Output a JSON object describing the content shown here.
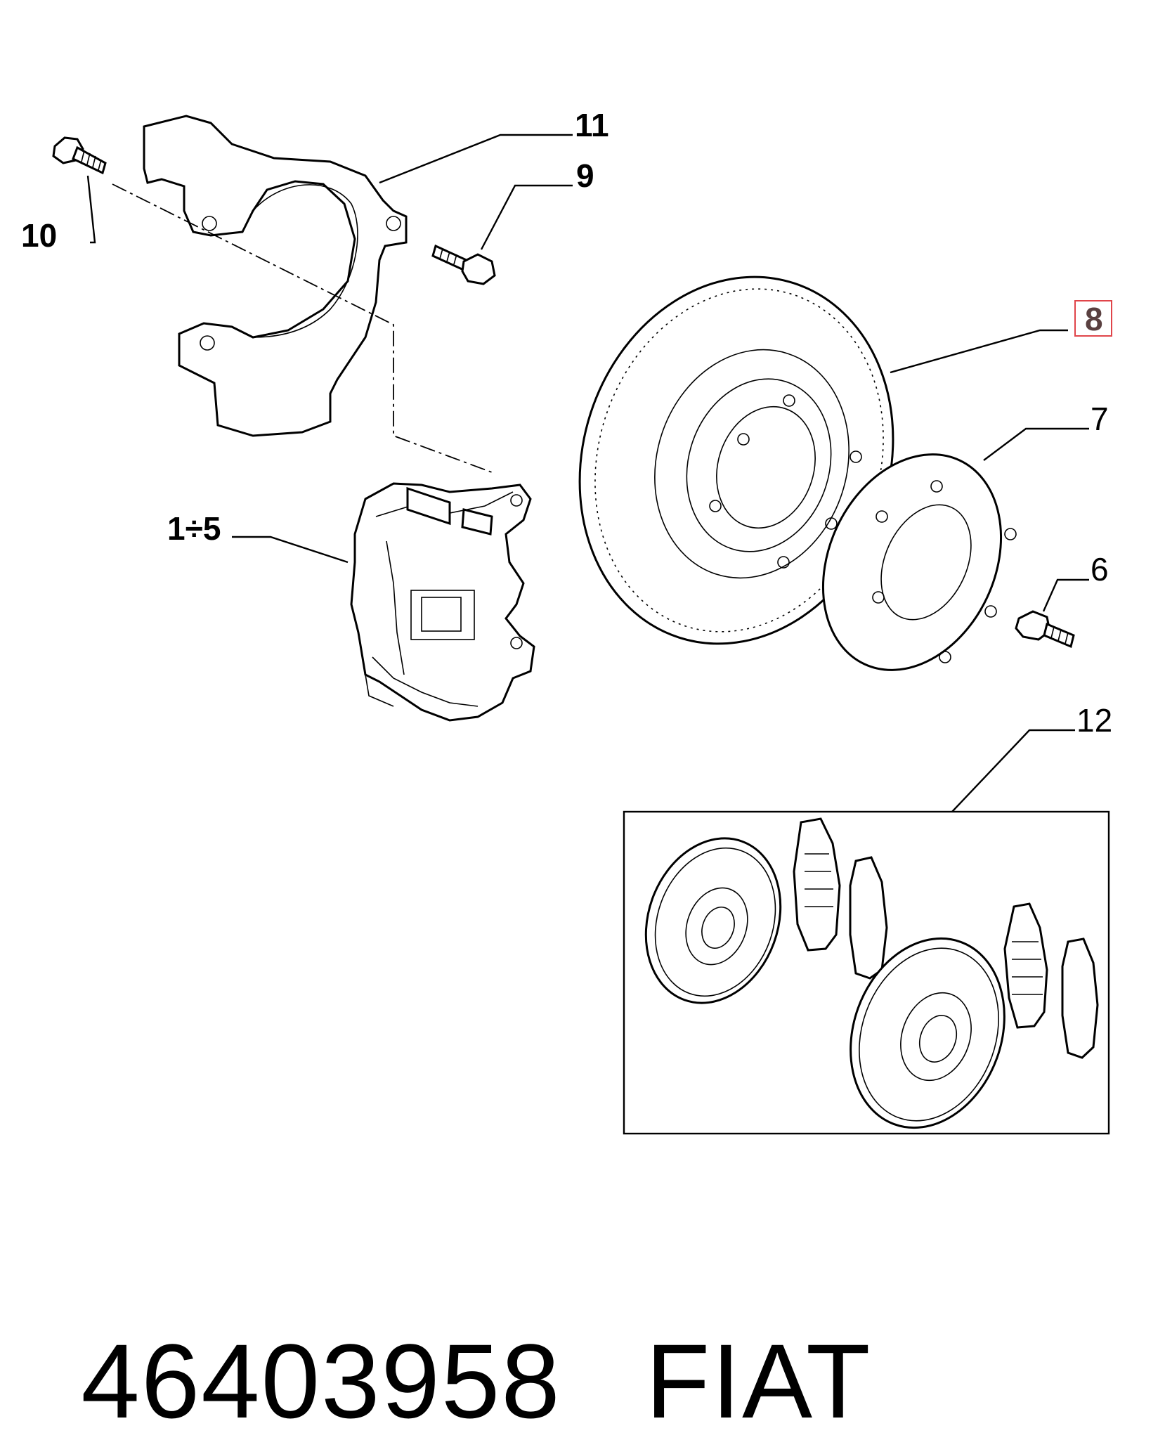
{
  "callouts": {
    "c1_5": "1÷5",
    "c6": "6",
    "c7": "7",
    "c8": "8",
    "c9": "9",
    "c10": "10",
    "c11": "11",
    "c12": "12"
  },
  "highlight": {
    "item": "8",
    "color": "#e0454a"
  },
  "footer": {
    "part_number": "46403958",
    "brand": "FIAT"
  }
}
